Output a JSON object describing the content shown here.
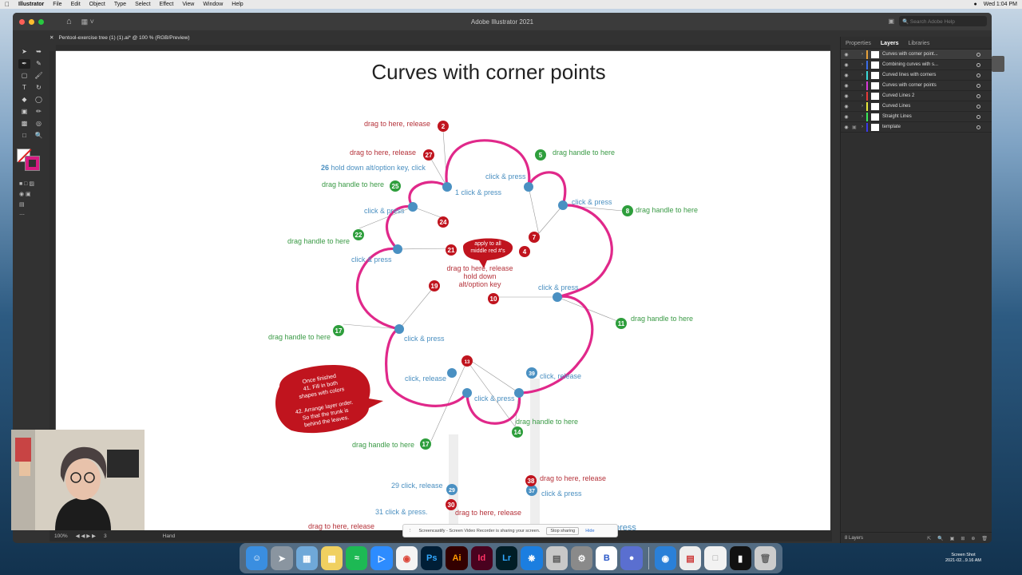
{
  "menubar": {
    "app_name": "Illustrator",
    "items": [
      "File",
      "Edit",
      "Object",
      "Type",
      "Select",
      "Effect",
      "View",
      "Window",
      "Help"
    ],
    "clock": "Wed 1:04 PM"
  },
  "window": {
    "title": "Adobe Illustrator 2021",
    "search_placeholder": "Search Adobe Help",
    "doc_tab": "Pentool-exercise tree (1) (1).ai* @ 100 % (RGB/Preview)"
  },
  "artboard": {
    "heading": "Curves with corner points",
    "bubble_left": [
      "Once finished",
      "41. Fill in both",
      "shapes with colors",
      "",
      "42. Arrange layer order.",
      "So that the trunk is",
      "behind the leaves."
    ],
    "bubble_center": [
      "apply to all",
      "middle red #'s"
    ],
    "center_note": [
      "drag to here, release",
      "hold down",
      "alt/option key"
    ],
    "labels": {
      "l_drag_release_2": "drag to here, release",
      "l_drag_release_27": "drag to here, release",
      "l_hold_26": "hold down alt/option key, click",
      "l_drag_handle_25": "drag handle to here",
      "l_click_press_1": "1 click & press",
      "l_click_press_top": "click & press",
      "l_drag_handle_5": "drag handle to here",
      "l_click_press_6": "click & press",
      "l_drag_handle_8": "drag handle to here",
      "l_click_press_3": "click & press",
      "l_drag_handle_22": "drag handle to here",
      "l_click_press_20": "click & press",
      "l_click_press_9": "click & press",
      "l_drag_handle_11": "drag handle to here",
      "l_drag_handle_17a": "drag handle to here",
      "l_click_press_18": "click & press",
      "l_click_release_left": "click, release",
      "l_click_release_39": "click, release",
      "l_click_press_bottom": "click & press",
      "l_drag_handle_14": "drag handle to here",
      "l_drag_handle_17b": "drag handle to here",
      "l_drag_release_38": "drag to here, release",
      "l_click_release_29": "29 click, release",
      "l_click_press_37": "click & press",
      "l_click_press_31": "31 click & press.",
      "l_drag_release_30": "drag to here, release",
      "l_drag_release_btm": "drag to here, release",
      "l_press_btm": "press"
    },
    "numbers": {
      "n2": "2",
      "n27": "27",
      "n26": "26",
      "n25": "25",
      "n5": "5",
      "n8": "8",
      "n24": "24",
      "n22": "22",
      "n21": "21",
      "n7": "7",
      "n4": "4",
      "n19": "19",
      "n10": "10",
      "n17a": "17",
      "n11": "11",
      "n13": "13",
      "n39": "39",
      "n14": "14",
      "n17b": "17",
      "n38": "38",
      "n37": "37",
      "n29": "29",
      "n30": "30"
    }
  },
  "panel": {
    "tabs": [
      "Properties",
      "Layers",
      "Libraries"
    ],
    "layers": [
      {
        "name": "Curves with corner point...",
        "color": "#e8a23a"
      },
      {
        "name": "Combining curves with s...",
        "color": "#3a6ee8"
      },
      {
        "name": "Curved lines with corners",
        "color": "#3ad8d8"
      },
      {
        "name": "Curves with corner points",
        "color": "#d83ad8"
      },
      {
        "name": "Curved Lines 2",
        "color": "#e83a3a"
      },
      {
        "name": "Curved Lines",
        "color": "#e8e83a"
      },
      {
        "name": "Straight Lines",
        "color": "#3ae85a"
      },
      {
        "name": "template",
        "color": "#3a3ae8"
      }
    ],
    "layer_count": "8 Layers"
  },
  "status": {
    "zoom": "100%",
    "artboard": "3",
    "tool": "Hand"
  },
  "sharing_bar": {
    "text": "Screencastify - Screen Video Recorder is sharing your screen.",
    "stop": "Stop sharing",
    "hide": "Hide"
  },
  "dock": {
    "ps": "Ps",
    "ai": "Ai",
    "id": "Id",
    "lr": "Lr",
    "b": "B"
  },
  "screenshot_label": {
    "line1": "Screen Shot",
    "line2": "2021-02...9.16 AM"
  },
  "colors": {
    "curve": "#e0288a",
    "red_badge": "#c0141e",
    "green_badge": "#2e9e3c",
    "blue_badge": "#4a90c2",
    "green_text": "#3a9a45",
    "red_text": "#b5323a",
    "blue_text": "#4a8fc0"
  }
}
